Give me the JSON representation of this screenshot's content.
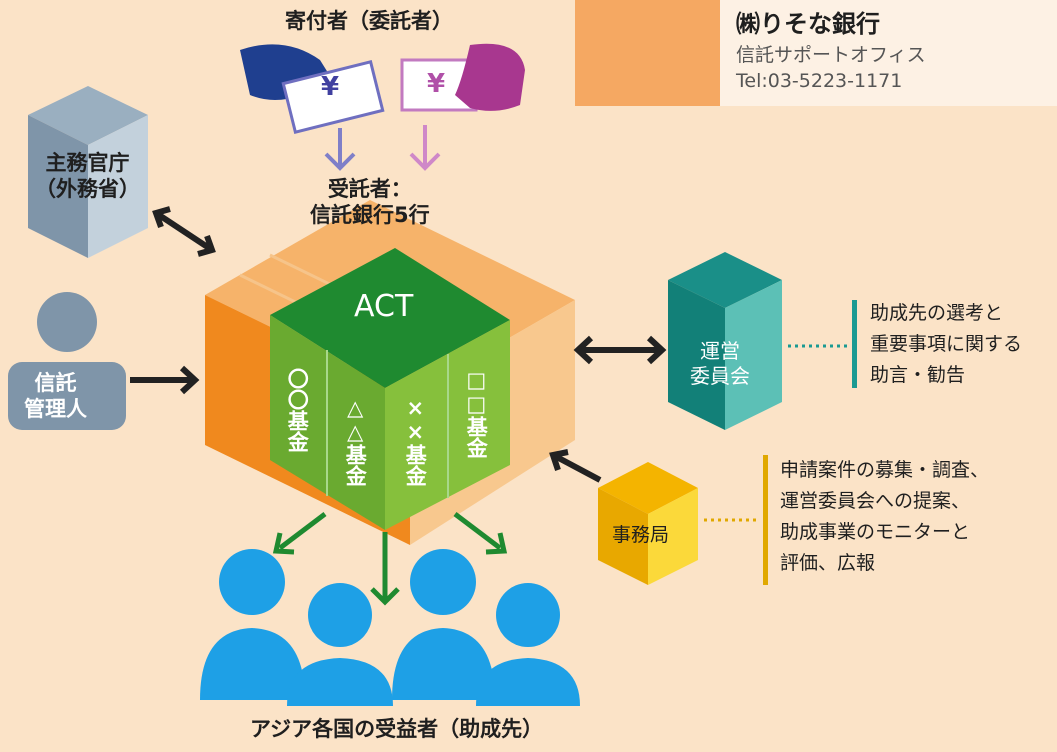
{
  "bank": {
    "name": "㈱りそな銀行",
    "dept": "信託サポートオフィス",
    "tel": "Tel:03-5223-1171"
  },
  "donor": {
    "label": "寄付者（委託者）",
    "currency": "¥"
  },
  "trustee": {
    "label": "受託者：\n信託銀行5行"
  },
  "ministry": {
    "label": "主務官庁\n（外務省）"
  },
  "manager": {
    "label": "信託\n管理人"
  },
  "act": {
    "label": "ACT",
    "funds": [
      "〇〇基金",
      "△△基金",
      "××基金",
      "□□基金"
    ]
  },
  "committee": {
    "label": "運営\n委員会",
    "note": "助成先の選考と\n重要事項に関する\n助言・勧告"
  },
  "secretariat": {
    "label": "事務局",
    "note": "申請案件の募集・調査、\n運営委員会への提案、\n助成事業のモニターと\n評価、広報"
  },
  "beneficiaries": {
    "label": "アジア各国の受益者（助成先）"
  },
  "colors": {
    "background": "#fbe3c7",
    "orange": "#f0891e",
    "green": "#2e8b2e",
    "lightgreen": "#7cbf3a",
    "teal": "#2aa6a0",
    "yellow": "#f5c400",
    "blue": "#1ea0e6",
    "slate": "#7f95a9",
    "navy": "#1f3f8f",
    "purple": "#a8378f"
  }
}
